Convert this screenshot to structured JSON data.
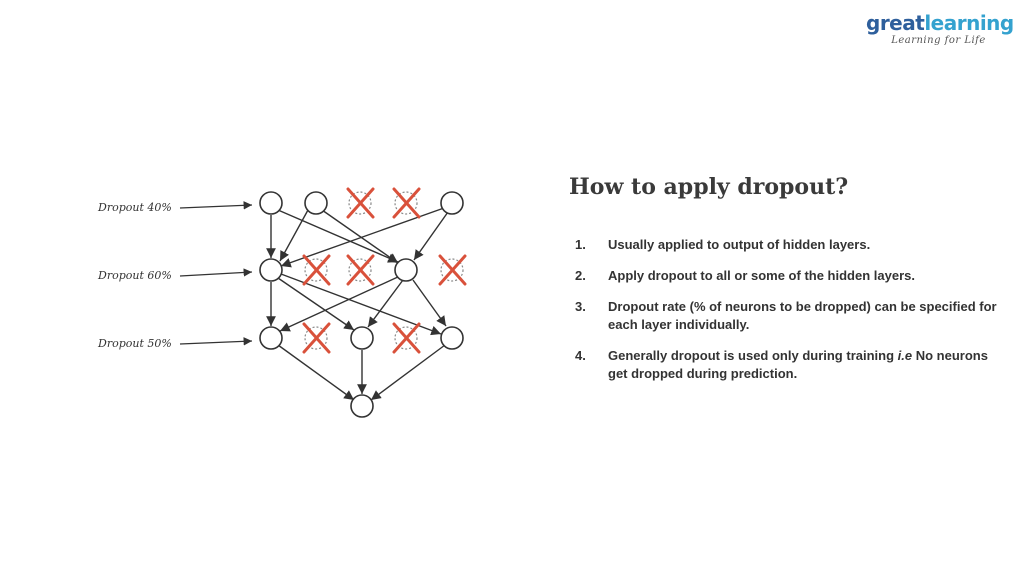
{
  "logo": {
    "part1": "great",
    "part2": "learning",
    "tagline": "Learning for Life"
  },
  "title": "How to apply dropout?",
  "points": [
    {
      "num": "1.",
      "text": "Usually applied to output of hidden layers."
    },
    {
      "num": "2.",
      "text": "Apply dropout to all or some of the hidden layers."
    },
    {
      "num": "3.",
      "text": "Dropout rate (% of neurons to be dropped) can be specified for each layer individually."
    },
    {
      "num": "4.",
      "text_before": "Generally dropout is used only during training ",
      "text_italic": "i.e",
      "text_after": " No neurons get dropped during prediction."
    }
  ],
  "diagram": {
    "labels": [
      "Dropout 40%",
      "Dropout 60%",
      "Dropout 50%"
    ],
    "layers": [
      {
        "dropped": [
          false,
          false,
          true,
          true,
          false
        ]
      },
      {
        "dropped": [
          false,
          true,
          true,
          false,
          true
        ]
      },
      {
        "dropped": [
          false,
          true,
          false,
          true,
          false
        ]
      },
      {
        "dropped": [
          false
        ]
      }
    ],
    "colors": {
      "cross": "#d9513b",
      "node": "#333333"
    }
  }
}
